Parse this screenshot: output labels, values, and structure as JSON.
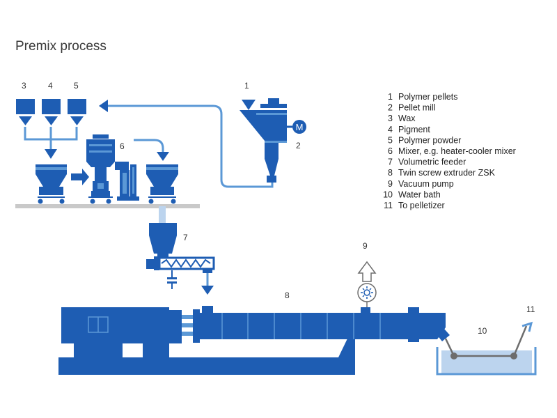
{
  "title": "Premix process",
  "colors": {
    "primary": "#1e5db3",
    "light_blue": "#5b98d6",
    "pale_blue": "#bcd4ee",
    "grey": "#c9c9c9",
    "dark_grey": "#6d6d6d"
  },
  "component_numbers": {
    "n1": "1",
    "n2": "2",
    "n3": "3",
    "n4": "4",
    "n5": "5",
    "n6": "6",
    "n7": "7",
    "n8": "8",
    "n9": "9",
    "n10": "10",
    "n11": "11"
  },
  "motor_label": "M",
  "legend": [
    {
      "num": "1",
      "label": "Polymer pellets"
    },
    {
      "num": "2",
      "label": "Pellet mill"
    },
    {
      "num": "3",
      "label": "Wax"
    },
    {
      "num": "4",
      "label": "Pigment"
    },
    {
      "num": "5",
      "label": "Polymer powder"
    },
    {
      "num": "6",
      "label": "Mixer, e.g. heater-cooler mixer"
    },
    {
      "num": "7",
      "label": "Volumetric feeder"
    },
    {
      "num": "8",
      "label": "Twin screw extruder ZSK"
    },
    {
      "num": "9",
      "label": "Vacuum pump"
    },
    {
      "num": "10",
      "label": "Water bath"
    },
    {
      "num": "11",
      "label": "To pelletizer"
    }
  ]
}
